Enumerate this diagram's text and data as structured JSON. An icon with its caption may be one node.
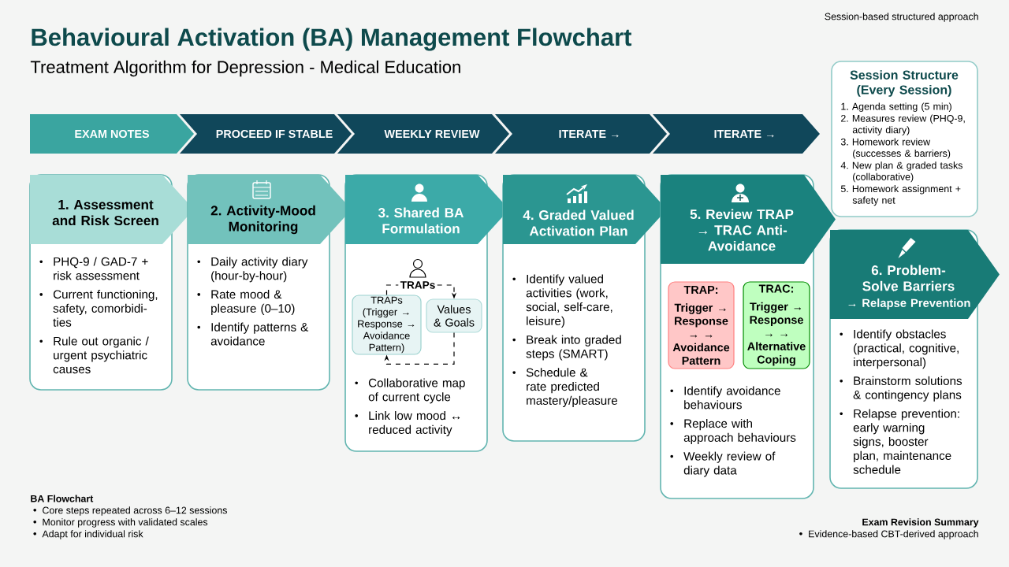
{
  "diagram": {
    "title": "Behavioural Activation (BA) Management Flowchart",
    "nodes": [
      {
        "text": [
          "EXAM NOTES"
        ]
      },
      {
        "text": [
          "PROCEED IF STABLE"
        ]
      },
      {
        "text": [
          "WEEKLY REVIEW"
        ]
      },
      {
        "text": [
          "ITERATE →"
        ]
      },
      {
        "text": [
          "ITERATE →"
        ]
      },
      {
        "text": [
          "Session Structure (Every Session)",
          "1. Agenda setting (5 min)",
          "2. Measures review (PHQ-9, activity diary)",
          "3. Homework review (successes & barriers)",
          "4. New plan & graded tasks (collaborative)",
          "5. Homework assignment + safety net"
        ]
      },
      {
        "text": [
          "1. Assessment and Risk Screen",
          "PHQ-9 / GAD-7 + risk assessment",
          "Current functioning, safety, comorbidi-ties",
          "Rule out organic / urgent psychiatric causes"
        ]
      },
      {
        "text": [
          "2. Activity-Mood Monitoring",
          "Daily activity diary (hour-by-hour)",
          "Rate mood & pleasure (0–10)",
          "Identify patterns & avoidance"
        ]
      },
      {
        "text": [
          "3. Shared BA Formulation",
          "Collaborative map of current cycle",
          "Link low mood ↔ reduced activity"
        ]
      },
      {
        "text": [
          "TRAPs"
        ],
        "in": 8
      },
      {
        "text": [
          "TRAPs (Trigger → Response → Avoidance Pattern)"
        ],
        "in": 8
      },
      {
        "text": [
          "Values & Goals"
        ],
        "in": 8
      },
      {
        "text": [
          "4. Graded Valued Activation Plan",
          "Identify valued activities (work, social, self-care, leisure)",
          "Break into graded steps (SMART)",
          "Schedule & rate predicted mastery/pleasure"
        ]
      },
      {
        "text": [
          "5. Review TRAP → TRAC Anti-Avoidance",
          "Identify avoidance behaviours",
          "Replace with approach behaviours",
          "Weekly review of diary data"
        ]
      },
      {
        "text": [
          "TRAP:",
          "Trigger → Response → → Avoidance Pattern"
        ],
        "in": 13
      },
      {
        "text": [
          "TRAC:",
          "Trigger → Response → → Alternative Coping"
        ],
        "in": 13
      },
      {
        "text": [
          "6. Problem-Solve Barriers",
          "→ Relapse Prevention",
          "Identify obstacles (practical, cognitive, interpersonal)",
          "Brainstorm solutions & contingency plans",
          "Relapse prevention: early warning signs, booster plan, maintenance schedule"
        ]
      }
    ],
    "edges": [
      {
        "from": 10,
        "to": 9,
        "arrow": "none",
        "style": "dashed"
      },
      {
        "from": 9,
        "to": 11,
        "arrow": "to",
        "style": "dashed"
      },
      {
        "from": 11,
        "to": 10,
        "arrow": "to",
        "style": "dashed"
      }
    ],
    "labels": [
      "Treatment Algorithm for Depression - Medical Education",
      "Session-based structured approach",
      "BA Flowchart",
      "Core steps repeated across 6–12 sessions",
      "Monitor progress with validated scales",
      "Adapt for individual risk",
      "Exam Revision Summary",
      "Evidence-based CBT-derived approach"
    ]
  }
}
